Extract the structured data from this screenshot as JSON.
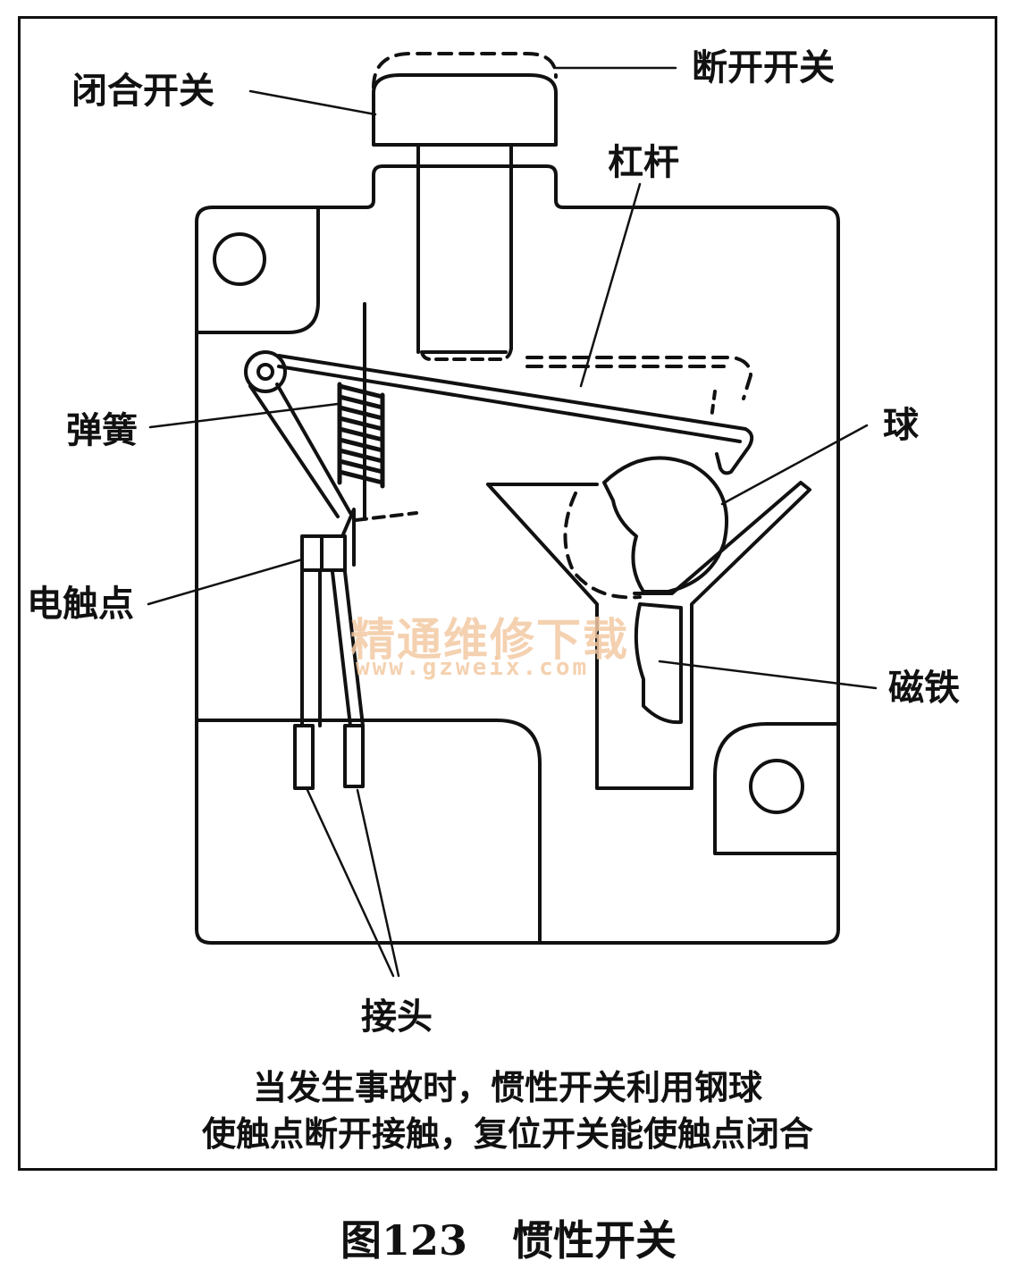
{
  "labels": {
    "closed_switch": "闭合开关",
    "open_switch": "断开开关",
    "lever": "杠杆",
    "spring": "弹簧",
    "ball": "球",
    "electric_contact": "电触点",
    "magnet": "磁铁",
    "connector": "接头"
  },
  "caption": {
    "line1": "当发生事故时，惯性开关利用钢球",
    "line2": "使触点断开接触，复位开关能使触点闭合"
  },
  "figure": {
    "number": "图123",
    "title": "惯性开关"
  },
  "watermark": {
    "text": "精通维修下载",
    "url": "www.gzweix.com"
  },
  "colors": {
    "ink": "#111111",
    "watermark": "#f3c9a3"
  }
}
